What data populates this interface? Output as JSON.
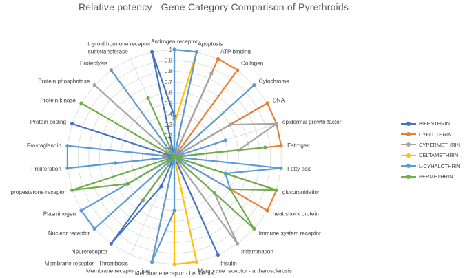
{
  "chart_data": {
    "type": "radar",
    "title": "Relative potency - Gene Category Comparison of Pyrethroids",
    "rlim": [
      0,
      1
    ],
    "r_ticks": [
      "0",
      "0.1",
      "0.2",
      "0.3",
      "0.4",
      "0.5",
      "0.6",
      "0.7",
      "0.8",
      "0.9",
      "1"
    ],
    "grid": true,
    "legend_position": "right",
    "categories": [
      "Androgen receptor",
      "Apoptosis",
      "ATP binding",
      "Collagen",
      "Cytochrome",
      "DNA",
      "epidermal growth factor",
      "Estrogen",
      "Fatty acid",
      "glucuronidation",
      "heat shock protein",
      "Immune system receptor",
      "Inflammation",
      "Insulin",
      "Membrane receptor - artherosclerosis",
      "Membrane receptor - Leukemia",
      "Membrane receptor - liver",
      "Membrane receptor - Thrombosis",
      "Neuroreceptor",
      "Nuclear receptor",
      "Plasminogen",
      "progesterone receptor",
      "Proliferation",
      "Prostaglandin",
      "Protein coding",
      "Protein kinase",
      "Protein phosphatase",
      "Proteolysis",
      "sulfotransferase",
      "thyroid hormone receptor"
    ],
    "series": [
      {
        "name": "BIFENTHRIN",
        "color": "#4472C4",
        "values": [
          0.38,
          0.0,
          0.85,
          0.0,
          0.0,
          1.0,
          0.0,
          0.0,
          0.0,
          0.0,
          0.0,
          0.0,
          0.0,
          1.0,
          0.0,
          0.0,
          0.0,
          0.3,
          1.0,
          0.0,
          0.5,
          0.0,
          0.55,
          0.0,
          1.0,
          0.0,
          0.0,
          0.0,
          0.0,
          1.0
        ]
      },
      {
        "name": "CYFLUTHRIN",
        "color": "#ED7D31",
        "values": [
          0.35,
          0.0,
          1.0,
          1.0,
          0.0,
          1.0,
          1.0,
          1.0,
          0.0,
          1.0,
          1.0,
          0.0,
          0.0,
          0.0,
          0.0,
          0.0,
          1.0,
          0.0,
          0.0,
          0.0,
          0.0,
          0.0,
          0.0,
          0.1,
          0.0,
          0.0,
          0.0,
          0.0,
          0.0,
          0.0
        ]
      },
      {
        "name": "CYPERMETHRIN",
        "color": "#A5A5A5",
        "values": [
          1.0,
          0.0,
          0.85,
          0.0,
          0.0,
          0.6,
          1.0,
          0.6,
          0.0,
          1.0,
          0.0,
          0.5,
          1.0,
          0.0,
          0.0,
          0.0,
          0.0,
          0.0,
          0.0,
          0.0,
          0.5,
          0.0,
          0.0,
          0.0,
          0.0,
          0.0,
          1.0,
          0.0,
          0.0,
          0.0
        ]
      },
      {
        "name": "DELTAMETHRIN",
        "color": "#FFC000",
        "values": [
          0.3,
          1.0,
          0.0,
          0.0,
          1.0,
          0.0,
          0.0,
          0.0,
          0.0,
          0.0,
          0.0,
          0.0,
          0.0,
          0.0,
          1.0,
          1.0,
          0.0,
          0.0,
          0.0,
          0.0,
          0.0,
          0.0,
          0.0,
          0.0,
          0.0,
          0.0,
          0.0,
          0.0,
          0.0,
          0.0
        ]
      },
      {
        "name": "L-CYHALOTHRIN",
        "color": "#5B9BD5",
        "values": [
          1.0,
          1.0,
          0.0,
          0.0,
          1.0,
          0.0,
          0.5,
          0.0,
          1.0,
          0.5,
          0.6,
          0.0,
          0.0,
          0.0,
          0.0,
          0.5,
          1.0,
          0.0,
          0.0,
          1.0,
          1.0,
          0.0,
          1.0,
          1.0,
          0.0,
          0.0,
          0.0,
          1.0,
          0.0,
          0.0
        ]
      },
      {
        "name": "PERMETHRIN",
        "color": "#70AD47",
        "values": [
          0.0,
          0.0,
          0.0,
          0.0,
          0.0,
          0.0,
          0.0,
          0.85,
          0.0,
          1.0,
          0.6,
          1.0,
          0.0,
          0.0,
          0.0,
          0.0,
          0.0,
          0.0,
          0.5,
          0.0,
          0.5,
          1.0,
          0.0,
          0.0,
          0.0,
          1.0,
          0.0,
          0.0,
          0.6,
          0.0
        ]
      }
    ]
  }
}
